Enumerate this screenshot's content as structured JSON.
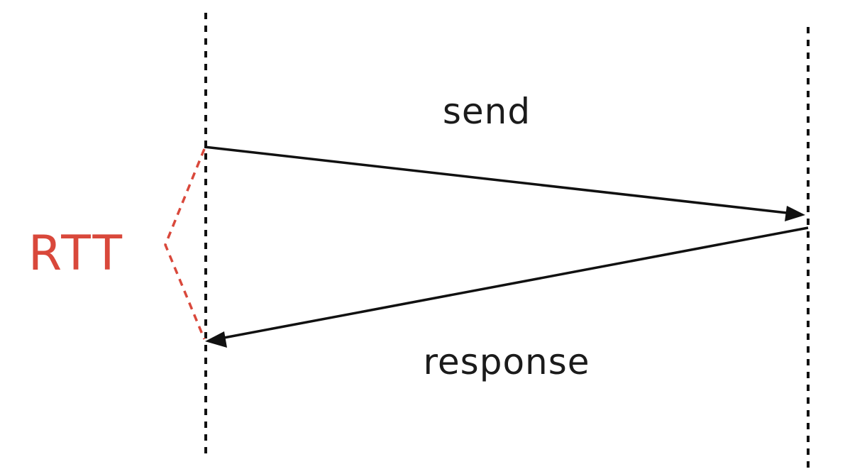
{
  "labels": {
    "send": "send",
    "response": "response",
    "rtt": "RTT"
  },
  "colors": {
    "lifeline": "#111111",
    "arrow": "#111111",
    "text": "#1b1b1b",
    "rtt": "#d9483b"
  }
}
